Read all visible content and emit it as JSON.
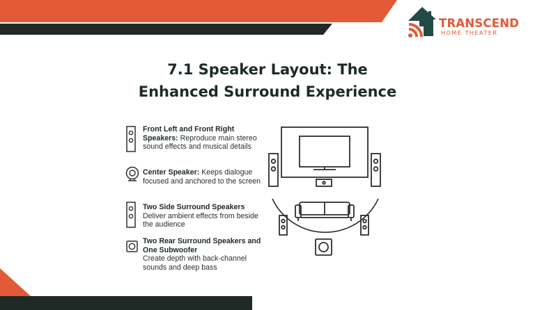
{
  "colors": {
    "accent": "#e25a37",
    "dark": "#1f2a26",
    "brand_dark": "#234a44",
    "line": "#2a2f2d"
  },
  "brand": {
    "name": "TRANSCEND",
    "subtitle": "HOME THEATER",
    "icon": "house-wifi-icon"
  },
  "title": {
    "line1": "7.1 Speaker Layout: The",
    "line2": "Enhanced Surround Experience"
  },
  "items": [
    {
      "icon": "tower-speaker-icon",
      "bold": "Front Left and Front Right Speakers:",
      "text": " Reproduce main stereo sound effects and musical details"
    },
    {
      "icon": "center-speaker-icon",
      "bold": "Center Speaker:",
      "text": " Keeps dialogue focused and anchored to the screen"
    },
    {
      "icon": "side-speaker-icon",
      "bold": "Two Side Surround Speakers",
      "text": "Deliver ambient effects from beside the audience"
    },
    {
      "icon": "subwoofer-icon",
      "bold": "Two Rear Surround Speakers and One Subwoofer",
      "text": "Create depth with back-channel sounds and deep bass"
    }
  ]
}
